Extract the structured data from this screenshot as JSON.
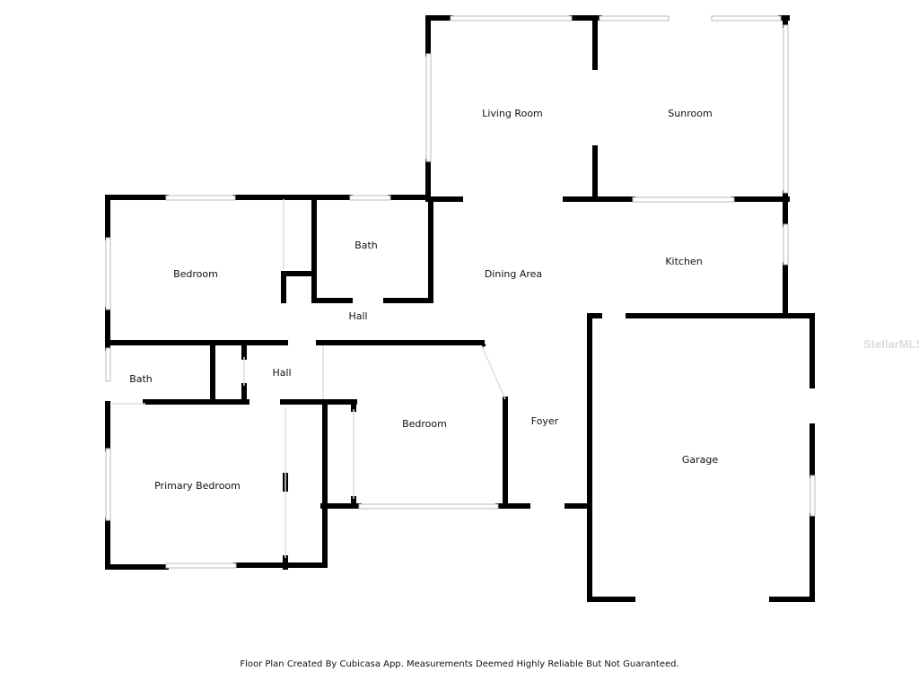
{
  "rooms": {
    "living_room": "Living Room",
    "sunroom": "Sunroom",
    "bedroom_1": "Bedroom",
    "bath_1": "Bath",
    "dining_area": "Dining Area",
    "kitchen": "Kitchen",
    "hall_1": "Hall",
    "bath_2": "Bath",
    "hall_2": "Hall",
    "bedroom_2": "Bedroom",
    "foyer": "Foyer",
    "garage": "Garage",
    "primary_bedroom": "Primary Bedroom"
  },
  "watermark": "StellarMLS",
  "footer": "Floor Plan Created By Cubicasa App. Measurements Deemed Highly Reliable But Not Guaranteed."
}
